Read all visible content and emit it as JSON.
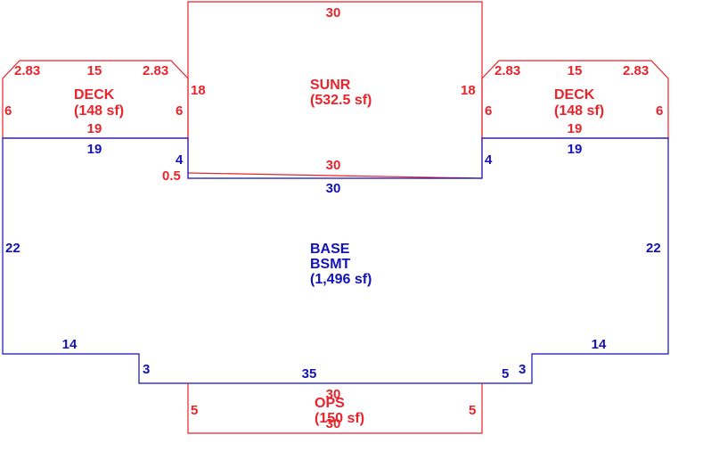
{
  "colors": {
    "red": "#e8232a",
    "blue": "#1212b8"
  },
  "sunroom": {
    "name": "SUNR",
    "area": "(532.5 sf)",
    "dims": {
      "top": "30",
      "left": "18",
      "right": "18",
      "bottom": "30",
      "offset": "0.5"
    }
  },
  "deck_left": {
    "name": "DECK",
    "area": "(148 sf)",
    "dims": {
      "top_left": "2.83",
      "top": "15",
      "top_right": "2.83",
      "left": "6",
      "right": "6",
      "bottom": "19"
    }
  },
  "deck_right": {
    "name": "DECK",
    "area": "(148 sf)",
    "dims": {
      "top_left": "2.83",
      "top": "15",
      "top_right": "2.83",
      "left": "6",
      "right": "6",
      "bottom": "19"
    }
  },
  "basement": {
    "name_line1": "BASE",
    "name_line2": "BSMT",
    "area": "(1,496 sf)",
    "dims": {
      "top_left": "19",
      "top_right": "19",
      "notch_left": "4",
      "notch_right": "4",
      "notch_bottom": "30",
      "left": "22",
      "right": "22",
      "bottom_left": "14",
      "bottom_right": "14",
      "step_left": "3",
      "step_right": "3",
      "bottom": "35",
      "bottom_small": "5"
    }
  },
  "ops": {
    "name": "OPS",
    "area": "(150 sf)",
    "dims": {
      "top": "30",
      "bottom": "30",
      "left": "5",
      "right": "5"
    }
  }
}
